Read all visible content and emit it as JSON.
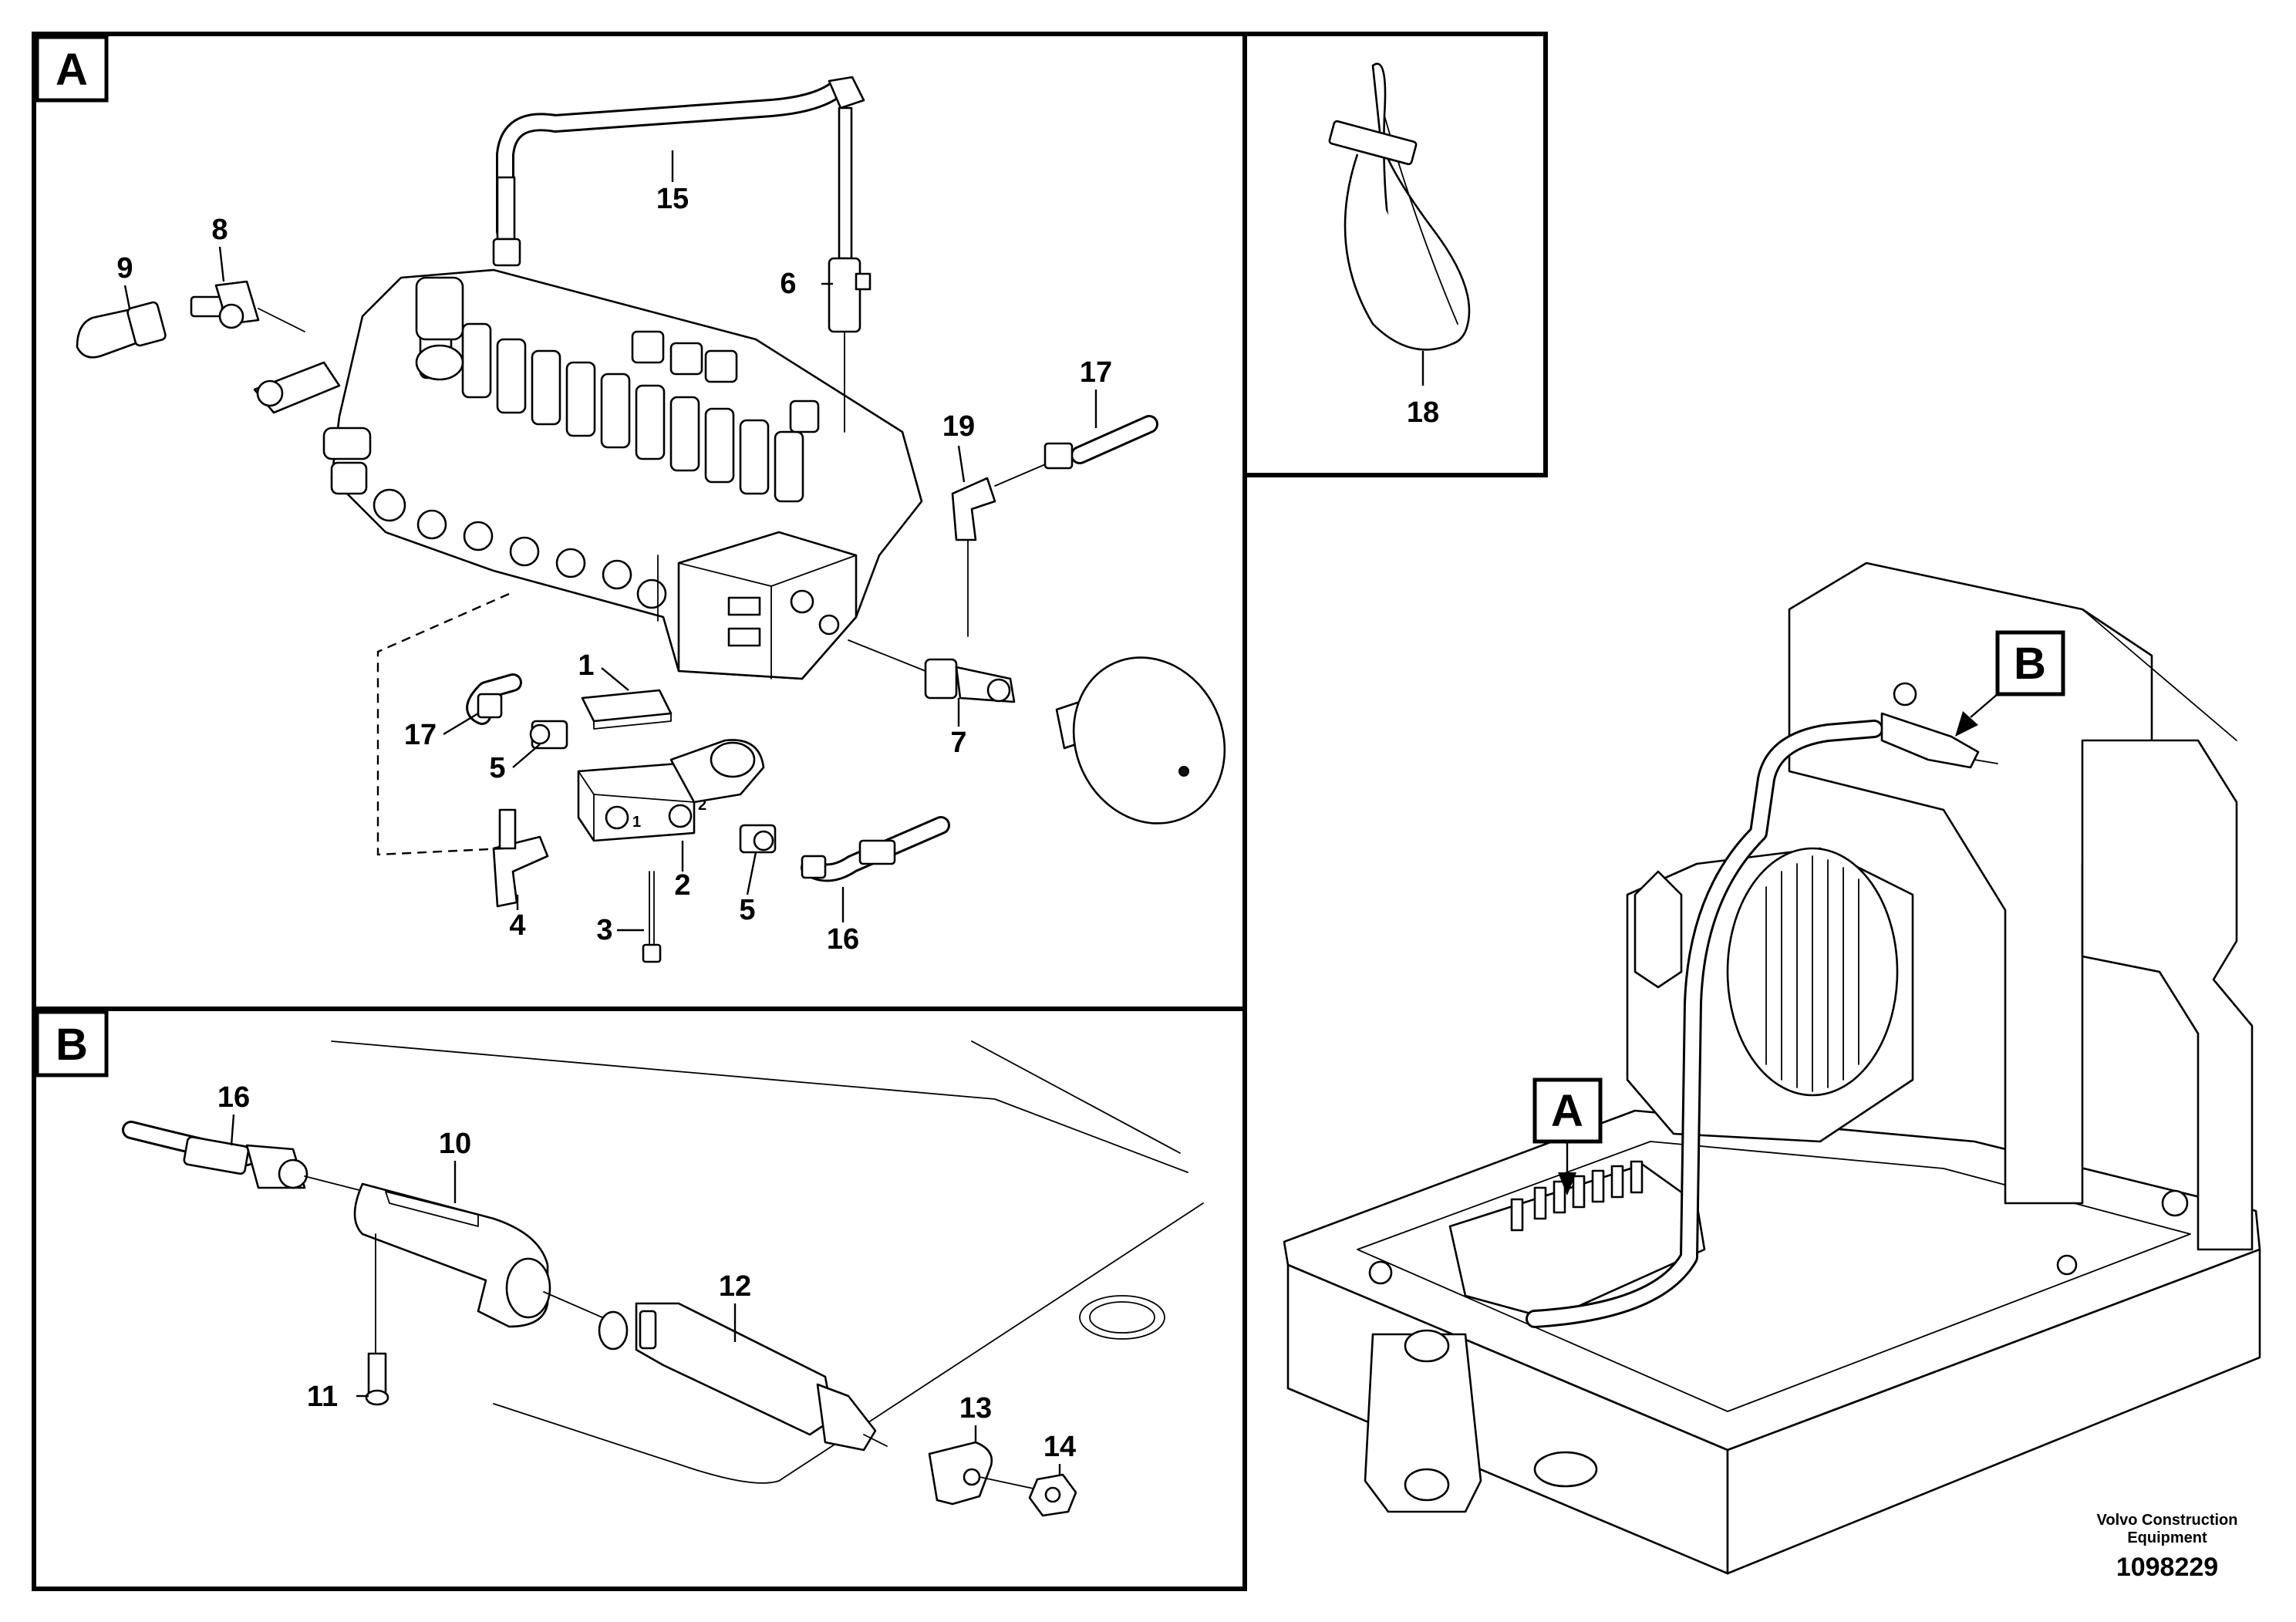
{
  "sections": {
    "a": "A",
    "b": "B"
  },
  "callouts": {
    "n1": "1",
    "n2": "2",
    "n3": "3",
    "n4": "4",
    "n5a": "5",
    "n5b": "5",
    "n6": "6",
    "n7": "7",
    "n8": "8",
    "n9": "9",
    "n10": "10",
    "n11": "11",
    "n12": "12",
    "n13": "13",
    "n14": "14",
    "n15": "15",
    "n16a": "16",
    "n16b": "16",
    "n17a": "17",
    "n17b": "17",
    "n18": "18",
    "n19": "19"
  },
  "valve_marks": {
    "port1": "1",
    "port2": "2"
  },
  "footer": {
    "brand_line1": "Volvo Construction",
    "brand_line2": "Equipment",
    "doc_number": "1098229"
  }
}
